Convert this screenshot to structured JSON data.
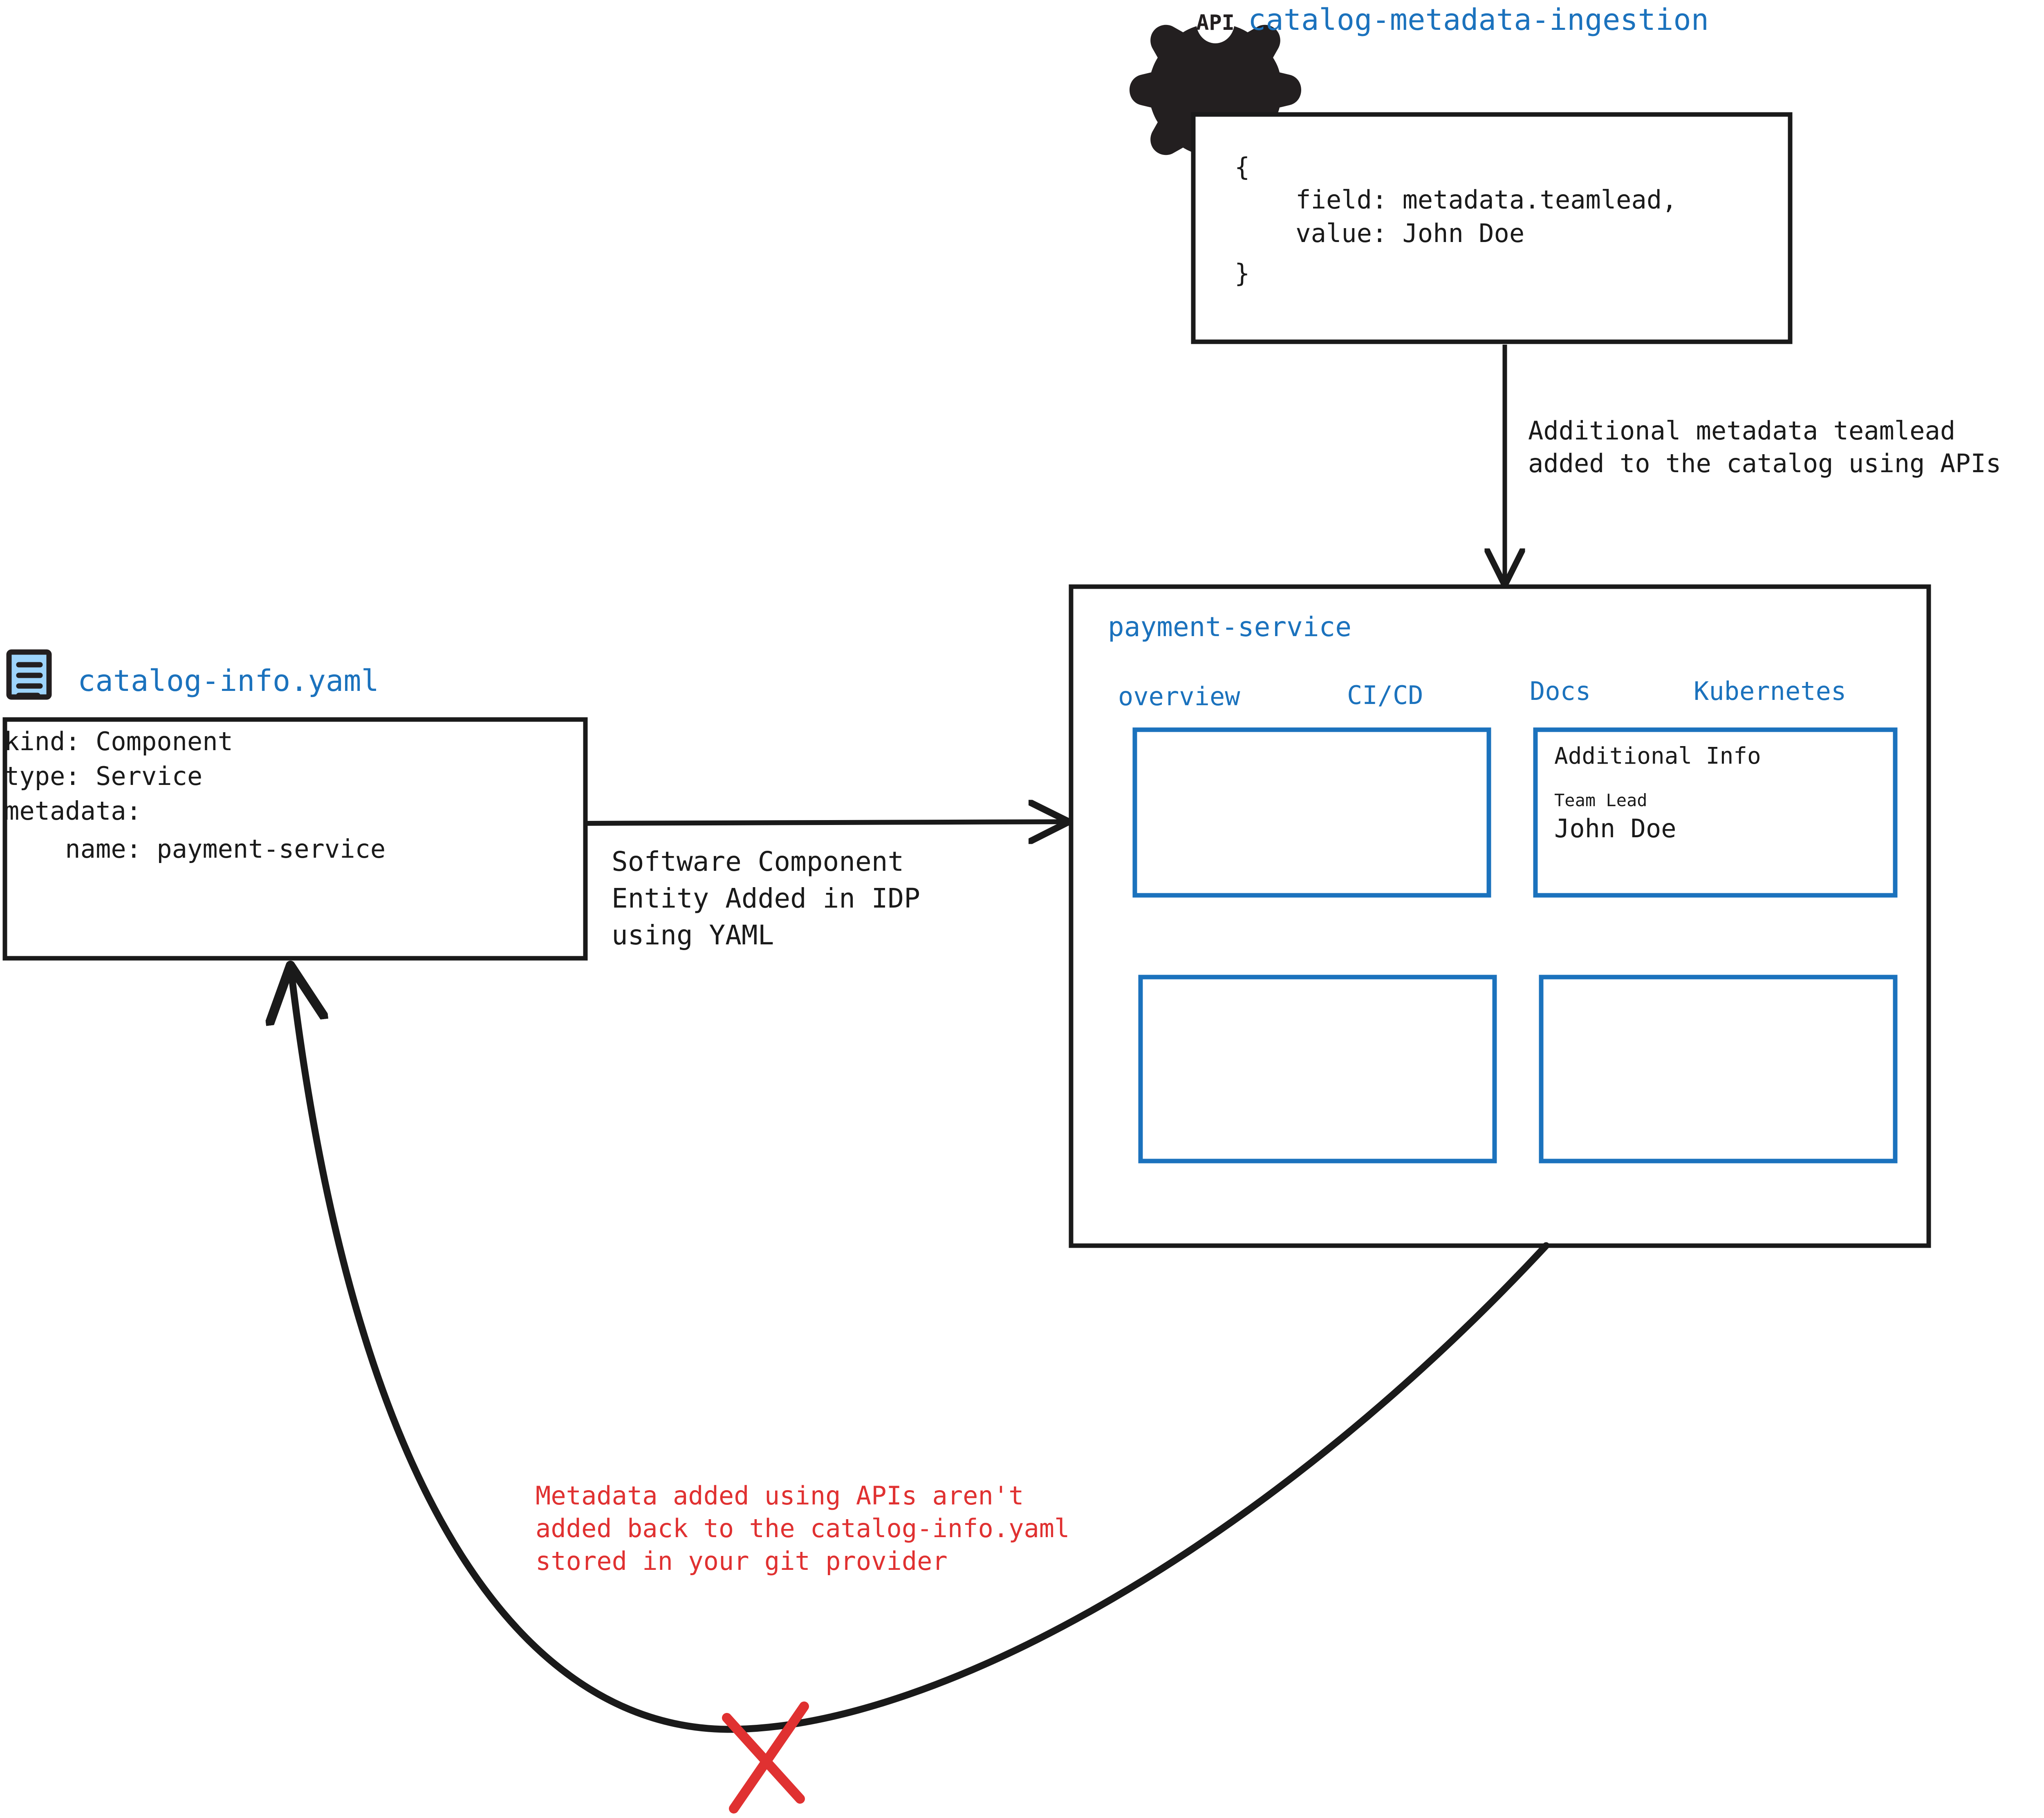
{
  "api_node": {
    "icon": "api-gear-icon",
    "icon_text": "API",
    "title": "catalog-metadata-ingestion",
    "title_color": "#1b72bd",
    "payload_lines": [
      "{",
      "    field: metadata.teamlead,",
      "    value: John Doe",
      "}"
    ]
  },
  "api_arrow": {
    "label_line1": "Additional metadata teamlead",
    "label_line2": "added to the catalog using APIs"
  },
  "yaml_node": {
    "icon": "yaml-file-icon",
    "icon_fill": "#9ed4fb",
    "title": "catalog-info.yaml",
    "title_color": "#1b72bd",
    "body_lines": [
      "kind: Component",
      "type: Service",
      "metadata:",
      "    name: payment-service"
    ]
  },
  "yaml_arrow": {
    "label_line1": "Software Component",
    "label_line2": "Entity Added in IDP",
    "label_line3": "using YAML"
  },
  "idp_panel": {
    "title": "payment-service",
    "title_color": "#1b72bd",
    "tabs": [
      {
        "label": "overview"
      },
      {
        "label": "CI/CD"
      },
      {
        "label": "Docs"
      },
      {
        "label": "Kubernetes"
      }
    ],
    "cards": [
      {
        "name": "empty-card-top-left",
        "title": "",
        "rows": []
      },
      {
        "name": "additional-info-card",
        "title": "Additional Info",
        "rows": [
          {
            "label": "Team Lead",
            "value": "John Doe"
          }
        ]
      },
      {
        "name": "empty-card-bottom-left",
        "title": "",
        "rows": []
      },
      {
        "name": "empty-card-bottom-right",
        "title": "",
        "rows": []
      }
    ],
    "card_border_color": "#1b72bd"
  },
  "warning": {
    "color": "#e03131",
    "line1": "Metadata added using APIs aren't",
    "line2": "added back to the catalog-info.yaml",
    "line3": "stored in your git provider",
    "cross_icon": "red-cross-icon"
  },
  "colors": {
    "stroke": "#1a1a1a",
    "accent_blue": "#1b72bd",
    "warn_red": "#e03131",
    "icon_blue_fill": "#9ed4fb",
    "background": "#ffffff"
  }
}
